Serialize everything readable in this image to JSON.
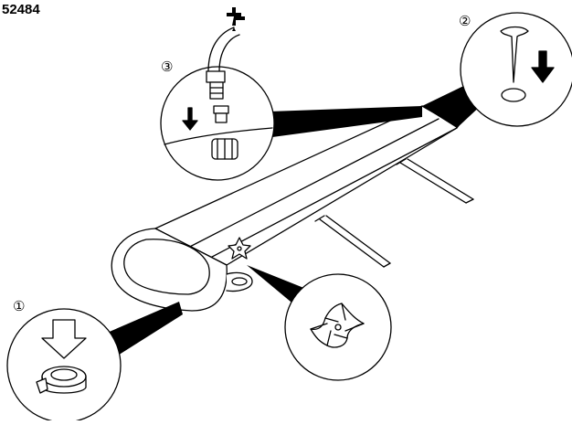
{
  "doc_code": "52484",
  "steps": [
    {
      "label": "①"
    },
    {
      "label": "②"
    },
    {
      "label": "③"
    }
  ],
  "colors": {
    "line": "#000000",
    "fill": "#ffffff",
    "accent": "#f0f0f0"
  }
}
